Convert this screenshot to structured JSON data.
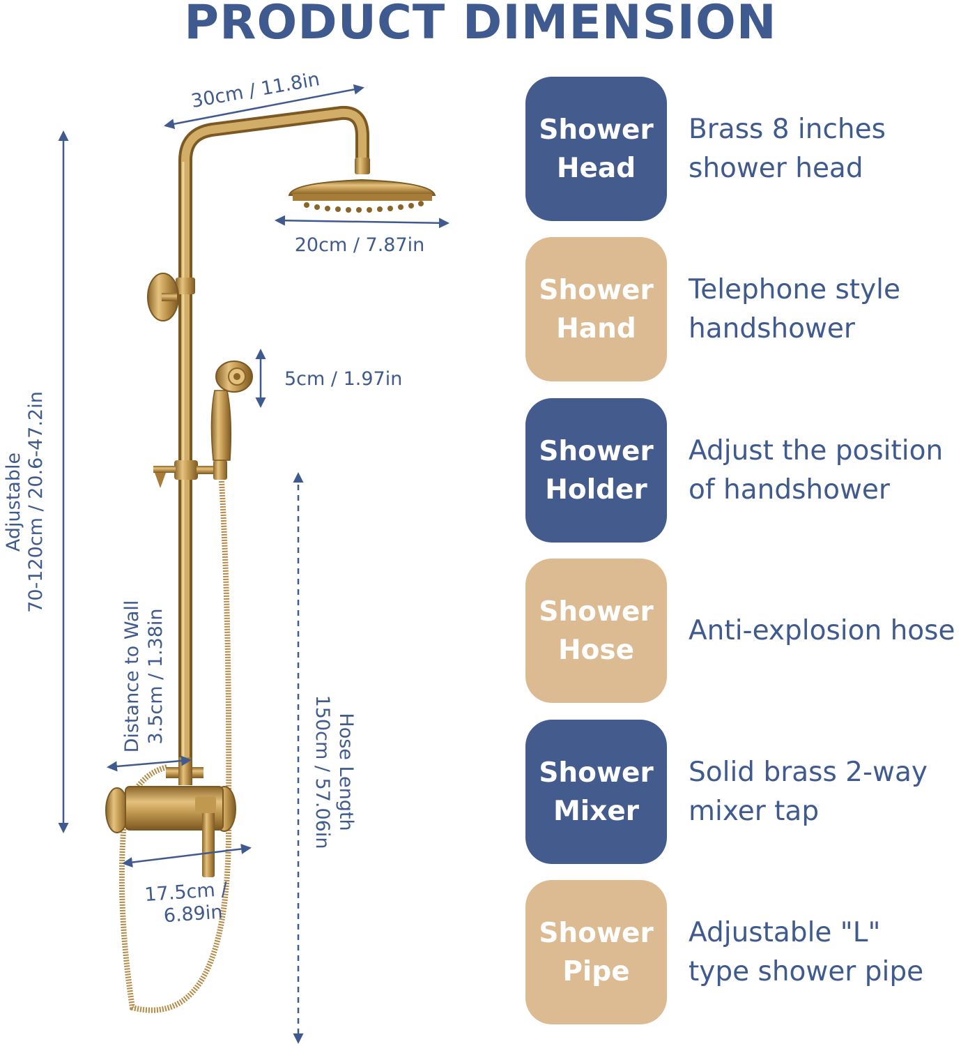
{
  "title": "PRODUCT DIMENSION",
  "colors": {
    "navy": "#435b8d",
    "tan": "#dcbb93",
    "text": "#3f5a8e",
    "brass": "#b48a45"
  },
  "dimensions": {
    "arm_width": "30cm / 11.8in",
    "head_diameter": "20cm / 7.87in",
    "hand_diameter": "5cm / 1.97in",
    "height_line1": "Adjustable",
    "height_line2": "70-120cm / 20.6-47.2in",
    "wall_line1": "Distance to Wall",
    "wall_line2": "3.5cm / 1.38in",
    "hose_line1": "Hose Length",
    "hose_line2": "150cm / 57.06in",
    "mixer_line1": "17.5cm /",
    "mixer_line2": "6.89in"
  },
  "features": [
    {
      "badge_line1": "Shower",
      "badge_line2": "Head",
      "desc_line1": "Brass 8 inches",
      "desc_line2": "shower head",
      "badge_color": "navy"
    },
    {
      "badge_line1": "Shower",
      "badge_line2": "Hand",
      "desc_line1": "Telephone style",
      "desc_line2": "handshower",
      "badge_color": "tan"
    },
    {
      "badge_line1": "Shower",
      "badge_line2": "Holder",
      "desc_line1": "Adjust the position",
      "desc_line2": "of handshower",
      "badge_color": "navy"
    },
    {
      "badge_line1": "Shower",
      "badge_line2": "Hose",
      "desc_line1": "Anti-explosion hose",
      "desc_line2": "",
      "badge_color": "tan"
    },
    {
      "badge_line1": "Shower",
      "badge_line2": "Mixer",
      "desc_line1": "Solid brass 2-way",
      "desc_line2": "mixer tap",
      "badge_color": "navy"
    },
    {
      "badge_line1": "Shower",
      "badge_line2": "Pipe",
      "desc_line1": "Adjustable \"L\"",
      "desc_line2": "type shower pipe",
      "badge_color": "tan"
    }
  ]
}
